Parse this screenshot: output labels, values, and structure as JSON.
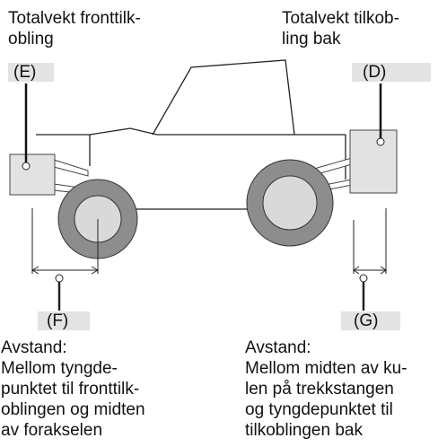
{
  "front_caption": {
    "line1": "Totalvekt fronttilk-",
    "line2": "obling"
  },
  "rear_caption": {
    "line1": "Totalvekt tilkob-",
    "line2": "ling bak"
  },
  "labels": {
    "E": "(E)",
    "D": "(D)",
    "F": "(F)",
    "G": "(G)"
  },
  "front_distance": {
    "line1": "Avstand:",
    "line2": "Mellom tyngde-",
    "line3": "punktet til fronttilk-",
    "line4": "oblingen og midten",
    "line5": "av forakselen"
  },
  "rear_distance": {
    "line1": "Avstand:",
    "line2": "Mellom midten av ku-",
    "line3": "len på trekkstangen",
    "line4": "og tyngdepunktet til",
    "line5": "tilkoblingen bak"
  }
}
